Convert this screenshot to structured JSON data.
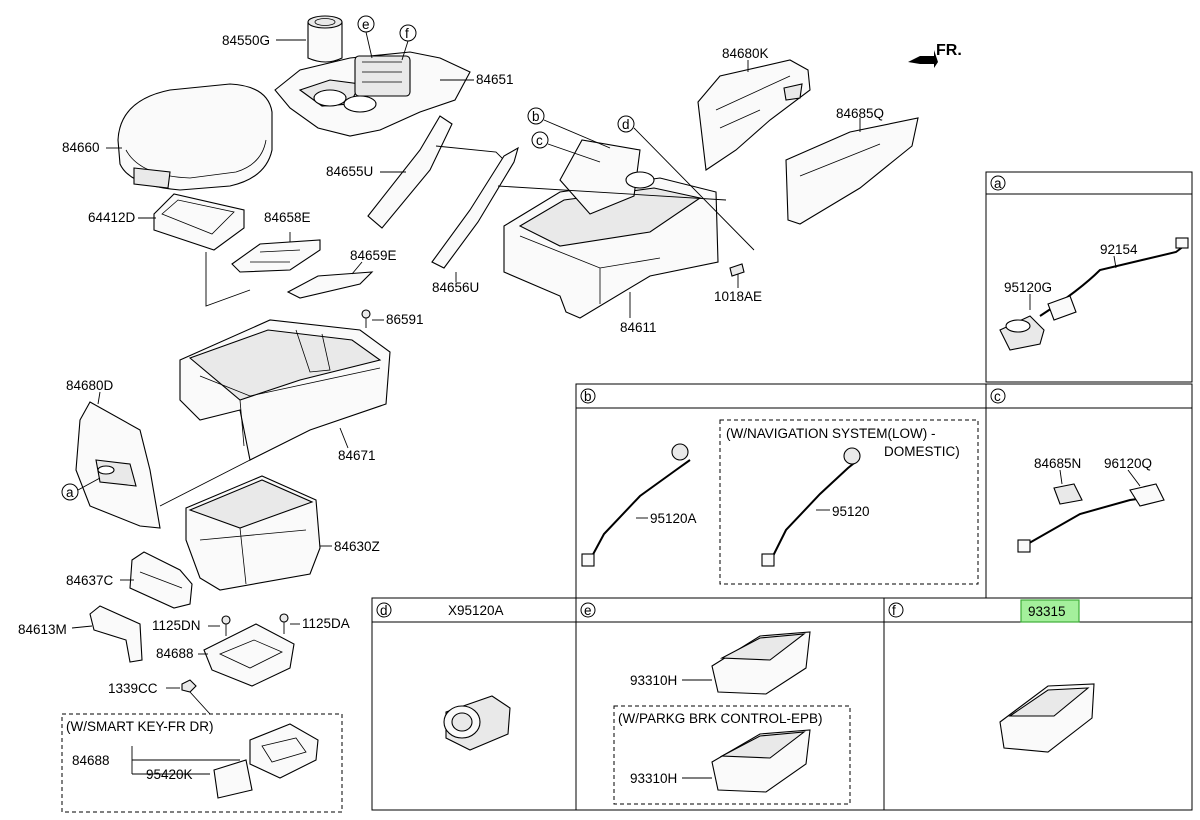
{
  "orientation": "FR.",
  "labels": {
    "l84550G": "84550G",
    "l84651": "84651",
    "l84660": "84660",
    "l84655U": "84655U",
    "l64412D": "64412D",
    "l84658E": "84658E",
    "l84659E": "84659E",
    "l86591": "86591",
    "l84656U": "84656U",
    "l84611": "84611",
    "l1018AE": "1018AE",
    "l84680K": "84680K",
    "l84685Q": "84685Q",
    "l84680D": "84680D",
    "l84671": "84671",
    "l84630Z": "84630Z",
    "l84637C": "84637C",
    "l84613M": "84613M",
    "l1125DN": "1125DN",
    "l1125DA": "1125DA",
    "l84688": "84688",
    "l1339CC": "1339CC",
    "l84688b": "84688",
    "l95420K": "95420K",
    "a92154": "92154",
    "a95120G": "95120G",
    "b95120A": "95120A",
    "b95120": "95120",
    "c84685N": "84685N",
    "c96120Q": "96120Q",
    "dX95120A": "X95120A",
    "e93310H": "93310H",
    "e93310H2": "93310H",
    "f93315": "93315"
  },
  "callouts": {
    "a": "a",
    "b": "b",
    "c": "c",
    "d": "d",
    "e": "e",
    "f": "f"
  },
  "notes": {
    "smart_key": "(W/SMART KEY-FR DR)",
    "nav_line1": "(W/NAVIGATION SYSTEM(LOW) -",
    "nav_line2": "DOMESTIC)",
    "epb": "(W/PARKG BRK CONTROL-EPB)"
  },
  "highlight_color": "#a4f09c"
}
